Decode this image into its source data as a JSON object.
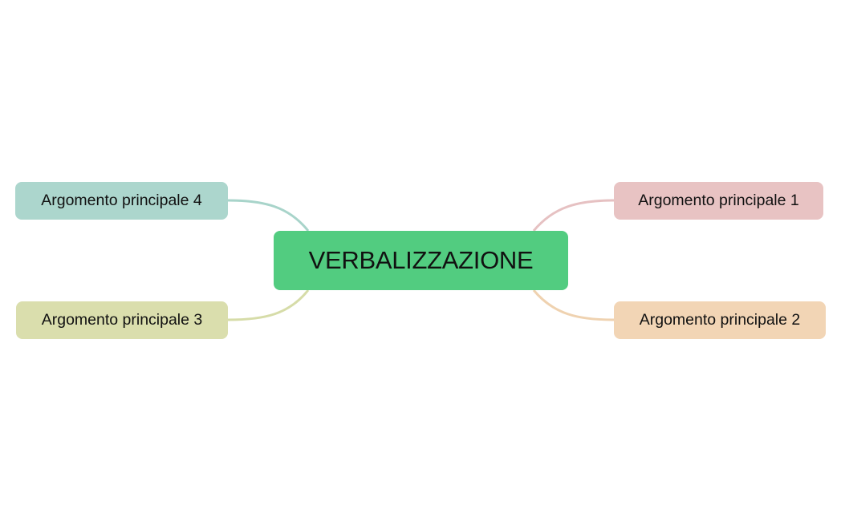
{
  "central_topic": {
    "label": "VERBALIZZAZIONE",
    "color": "#52cc80"
  },
  "topics": [
    {
      "id": 1,
      "label": "Argomento principale 1",
      "color": "#e8c3c3",
      "line_color": "#e6c1c2"
    },
    {
      "id": 2,
      "label": "Argomento principale 2",
      "color": "#f2d5b5",
      "line_color": "#efd2b0"
    },
    {
      "id": 3,
      "label": "Argomento principale 3",
      "color": "#dadead",
      "line_color": "#d6dca8"
    },
    {
      "id": 4,
      "label": "Argomento principale 4",
      "color": "#acd6cd",
      "line_color": "#a8d4ca"
    }
  ]
}
